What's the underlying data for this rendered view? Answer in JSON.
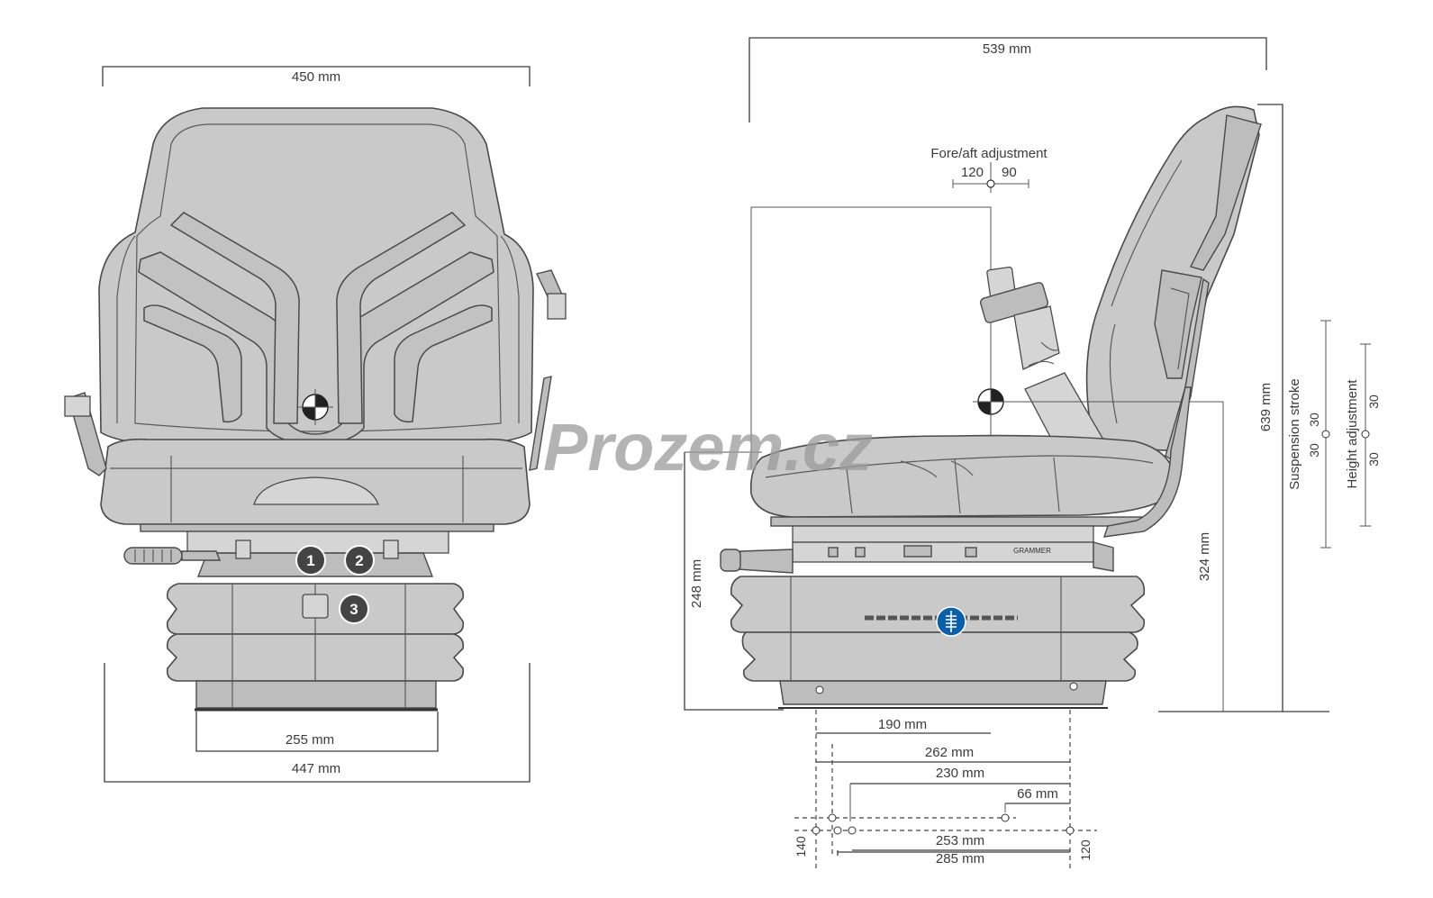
{
  "watermark": "Prozem.cz",
  "front_view": {
    "dimensions": {
      "backrest_width": "450 mm",
      "mount_width": "255 mm",
      "base_width": "447 mm"
    },
    "callouts": [
      "1",
      "2",
      "3"
    ]
  },
  "side_view": {
    "dimensions": {
      "overall_depth": "539 mm",
      "overall_height": "639 mm",
      "base_height": "248 mm",
      "seat_reference_height": "324 mm",
      "depth_190": "190 mm",
      "depth_262": "262 mm",
      "depth_230": "230 mm",
      "depth_66": "66 mm",
      "hole_253": "253 mm",
      "hole_285": "285 mm",
      "hole_140": "140",
      "hole_120": "120"
    },
    "fore_aft": {
      "label": "Fore/aft adjustment",
      "forward": "120",
      "backward": "90"
    },
    "suspension_stroke": {
      "label": "Suspension stroke",
      "up": "30",
      "down": "30"
    },
    "height_adjustment": {
      "label": "Height adjustment",
      "up": "30",
      "down": "30"
    },
    "brand_plate": "GRAMMER",
    "icons": {
      "suspension_badge": "shock-absorber-icon",
      "badge_color": "#0b5ea8"
    }
  }
}
